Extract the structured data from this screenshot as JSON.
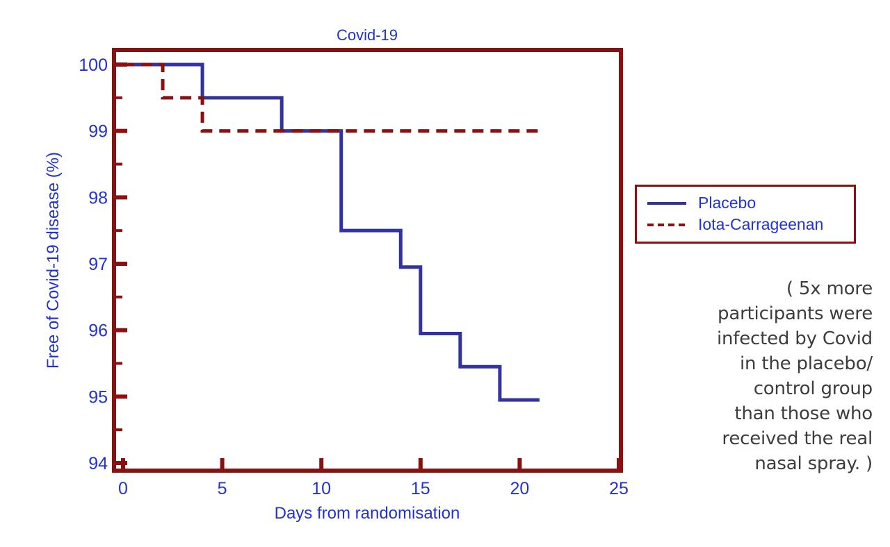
{
  "chart_data": {
    "type": "line",
    "subtype": "kaplan-meier-step",
    "title": "Covid-19",
    "xlabel": "Days from randomisation",
    "ylabel": "Free of Covid-19 disease (%)",
    "xlim": [
      0,
      25
    ],
    "ylim": [
      94,
      100
    ],
    "xticks": [
      0,
      5,
      10,
      15,
      20,
      25
    ],
    "xtick_labels": [
      "0",
      "5",
      "10",
      "15",
      "20",
      "25"
    ],
    "x_minor_ticks": [],
    "yticks": [
      94,
      95,
      96,
      97,
      98,
      99,
      100
    ],
    "ytick_labels": [
      "94",
      "95",
      "96",
      "97",
      "98",
      "99",
      "100"
    ],
    "y_minor_ticks": [
      94.5,
      95.5,
      96.5,
      97.5,
      98.5,
      99.5
    ],
    "grid": false,
    "legend_position": "right",
    "series": [
      {
        "name": "Placebo",
        "color": "#3333a0",
        "style": "solid",
        "x": [
          0,
          4,
          4,
          8,
          8,
          11,
          11,
          14,
          14,
          15,
          15,
          17,
          17,
          19,
          19,
          21
        ],
        "y": [
          100,
          100,
          99.5,
          99.5,
          99.0,
          99.0,
          97.5,
          97.5,
          96.95,
          96.95,
          95.95,
          95.95,
          95.45,
          95.45,
          94.95,
          94.95
        ],
        "steps": [
          {
            "day": 0,
            "value": 100
          },
          {
            "day": 4,
            "value": 99.5
          },
          {
            "day": 8,
            "value": 99.0
          },
          {
            "day": 11,
            "value": 97.5
          },
          {
            "day": 14,
            "value": 96.95
          },
          {
            "day": 15,
            "value": 95.95
          },
          {
            "day": 17,
            "value": 95.45
          },
          {
            "day": 19,
            "value": 94.95
          },
          {
            "day": 21,
            "value": 94.95
          }
        ]
      },
      {
        "name": "Iota-Carrageenan",
        "color": "#8b1010",
        "style": "dashed",
        "x": [
          0,
          2,
          2,
          4,
          4,
          21
        ],
        "y": [
          100,
          100,
          99.5,
          99.5,
          99.0,
          99.0
        ],
        "steps": [
          {
            "day": 0,
            "value": 100
          },
          {
            "day": 2,
            "value": 99.5
          },
          {
            "day": 4,
            "value": 99.0
          },
          {
            "day": 21,
            "value": 99.0
          }
        ]
      }
    ]
  },
  "legend": {
    "items": [
      {
        "label": "Placebo",
        "style": "solid",
        "color": "#3333a0"
      },
      {
        "label": "Iota-Carrageenan",
        "style": "dashed",
        "color": "#8b1010"
      }
    ]
  },
  "annotation": {
    "lines": [
      "( 5x more",
      "participants were",
      "infected by Covid",
      "in the placebo/",
      "control group",
      "than those who",
      "received the real",
      "nasal spray. )"
    ],
    "full_text": "( 5x more participants were infected by Covid in the placebo/control group than those who received the real nasal spray. )"
  },
  "colors": {
    "axis": "#8b1010",
    "text_blue": "#2233cc",
    "placebo": "#3333a0",
    "iota_carrageenan": "#8b1010",
    "annotation_text": "#3d3d3d",
    "background": "#ffffff"
  }
}
